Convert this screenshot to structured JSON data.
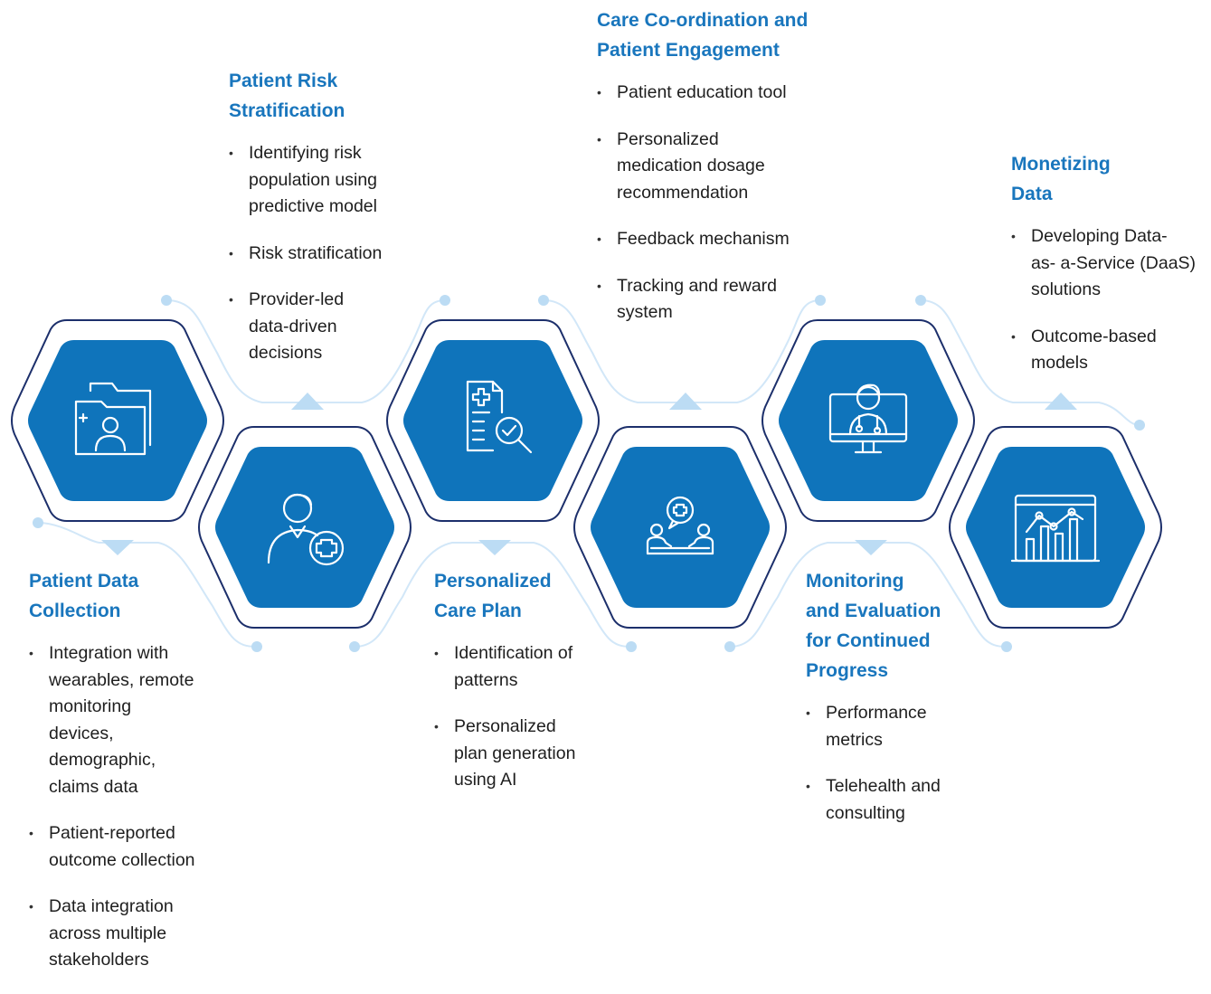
{
  "colors": {
    "hex_fill": "#0f74bb",
    "hex_outline": "#1c2f6b",
    "connector": "#d2e7f8",
    "heading": "#1976bd",
    "icon": "#ffffff"
  },
  "stages": [
    {
      "title": "Patient Data\nCollection",
      "icon": "folder-patient-icon",
      "bullets": [
        "Integration with\nwearables, remote\nmonitoring\ndevices,\ndemographic,\nclaims data",
        "Patient-reported\noutcome collection",
        "Data integration\nacross multiple\nstakeholders"
      ]
    },
    {
      "title": "Patient Risk\nStratification",
      "icon": "patient-plus-icon",
      "bullets": [
        "Identifying risk\npopulation using\npredictive model",
        "Risk stratification",
        "Provider-led\ndata-driven\ndecisions"
      ]
    },
    {
      "title": "Personalized\nCare Plan",
      "icon": "medical-report-search-icon",
      "bullets": [
        "Identification of\npatterns",
        "Personalized\nplan generation\nusing AI"
      ]
    },
    {
      "title": "Care Co-ordination and\nPatient Engagement",
      "icon": "patient-consultation-icon",
      "bullets": [
        "Patient education tool",
        "Personalized\nmedication dosage\nrecommendation",
        "Feedback mechanism",
        "Tracking and reward\nsystem"
      ]
    },
    {
      "title": "Monitoring\nand Evaluation\nfor Continued\nProgress",
      "icon": "telehealth-doctor-monitor-icon",
      "bullets": [
        "Performance\nmetrics",
        "Telehealth and\nconsulting"
      ]
    },
    {
      "title": "Monetizing\nData",
      "icon": "analytics-chart-icon",
      "bullets": [
        "Developing Data-\nas- a-Service (DaaS)\nsolutions",
        "Outcome-based\nmodels"
      ]
    }
  ]
}
